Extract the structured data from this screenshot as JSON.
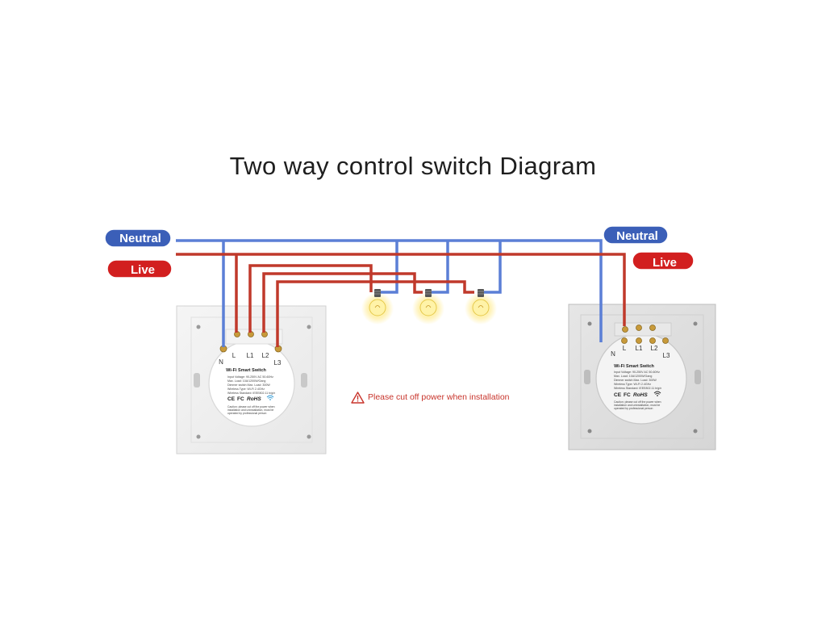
{
  "title": "Two way control switch Diagram",
  "warning_text": "Please cut off power when installation",
  "labels": {
    "neutral": "Neutral",
    "live": "Live"
  },
  "left_switch": {
    "terminals": [
      "N",
      "L",
      "L1",
      "L2",
      "L3"
    ],
    "product_name": "Wi-Fi Smart Switch",
    "specs": [
      "Input Voltage: 90-250V AC 50-60Hz",
      "Max. Load: 10A/1200W/Gang",
      "Dimmer switch Max. Load: 300W",
      "Wireless Type: Wi-Fi 2.4GHz",
      "Wireless Standard: IEEE802.11 b/g/n"
    ],
    "cert_marks": [
      "CE",
      "FC",
      "RoHS"
    ],
    "caution": [
      "Caution: please cut off the power when",
      "installation and uninstallation, must be",
      "operated by professional person"
    ]
  },
  "right_switch": {
    "terminals": [
      "N",
      "L",
      "L1",
      "L2",
      "L3"
    ],
    "product_name": "Wi-Fi Smart Switch",
    "specs": [
      "Input Voltage: 90-250V AC 50-60Hz",
      "Max. Load: 10A/1200W/Gang",
      "Dimmer switch Max. Load: 300W",
      "Wireless Type: Wi-Fi 2.4GHz",
      "Wireless Standard: IEEE802.11 b/g/n"
    ],
    "cert_marks": [
      "CE",
      "FC",
      "RoHS"
    ],
    "caution": [
      "Caution: please cut off the power when",
      "installation and uninstallation, must be",
      "operated by professional person"
    ]
  },
  "colors": {
    "neutral_wire": "#5b7fd6",
    "live_wire": "#c0392b",
    "neutral_badge": "#3b5fb8",
    "live_badge": "#d21f1f",
    "warning": "#c8342b"
  },
  "icons": [
    "warning-triangle-icon",
    "light-bulb-icon",
    "wifi-icon"
  ]
}
